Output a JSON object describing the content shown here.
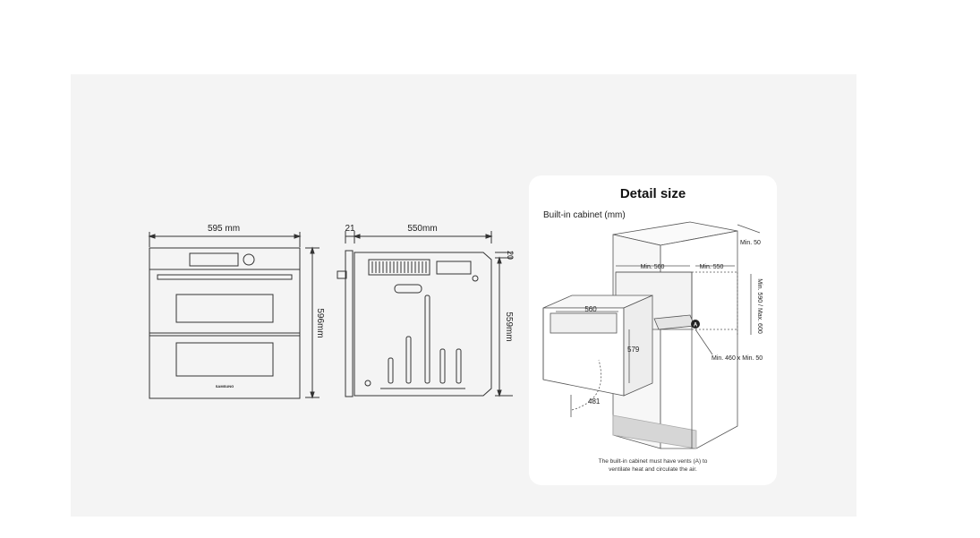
{
  "front_view": {
    "width_label": "595 mm",
    "height_label": "596mm",
    "brand": "SAMSUNG"
  },
  "side_view": {
    "door_depth_label": "21",
    "body_depth_label": "550mm",
    "top_offset_label": "20",
    "body_height_label": "559mm"
  },
  "detail": {
    "title": "Detail size",
    "subtitle": "Built-in cabinet (mm)",
    "labels": {
      "min_50_top": "Min. 50",
      "min_560": "Min. 560",
      "min_550": "Min. 550",
      "height_range": "Min. 590 / Max. 600",
      "oven_width": "560",
      "oven_height": "579",
      "oven_depth": "481",
      "vent_marker": "A",
      "vent_size": "Min. 460 x Min. 50"
    },
    "note_line1": "The built-in cabinet must have vents (A) to",
    "note_line2": "ventilate heat and circulate the air."
  }
}
